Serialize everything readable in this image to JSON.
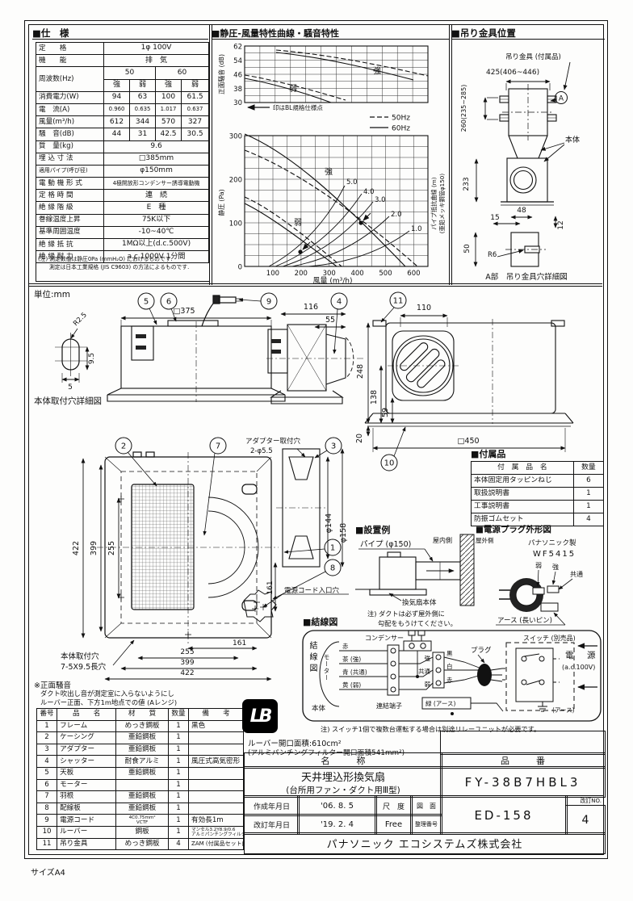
{
  "sheet": {
    "unit_note": "単位:mm",
    "size_label": "サイズA4"
  },
  "balloons": [
    "1",
    "2",
    "3",
    "4",
    "5",
    "6",
    "7",
    "8",
    "9",
    "10",
    "11"
  ],
  "spec": {
    "title": "■仕　様",
    "rated_label": "定　　格",
    "rated_value": "1φ 100V",
    "func_label": "機　　能",
    "func_value": "排　気",
    "freq_label": "周波数(Hz)",
    "freq50": "50",
    "freq60": "60",
    "s1": "強",
    "w1": "弱",
    "s2": "強",
    "w2": "弱",
    "rows": [
      {
        "label": "消費電力(W)",
        "v": [
          "94",
          "63",
          "100",
          "61.5"
        ]
      },
      {
        "label": "電　流(A)",
        "v": [
          "0.960",
          "0.635",
          "1.017",
          "0.637"
        ]
      },
      {
        "label": "風量(m³/h)",
        "v": [
          "612",
          "344",
          "570",
          "327"
        ]
      },
      {
        "label": "騒　音(dB)",
        "v": [
          "44",
          "31",
          "42.5",
          "30.5"
        ]
      }
    ],
    "singles": [
      {
        "label": "質　量(kg)",
        "value": "9.6"
      },
      {
        "label": "埋 込 寸 法",
        "value": "□385mm"
      },
      {
        "label": "適用パイプ(呼び径)",
        "value": "φ150mm"
      },
      {
        "label": "電 動 機 形 式",
        "value": "4極開放形コンデンサー誘導電動機"
      },
      {
        "label": "定 格 時 間",
        "value": "連　続"
      },
      {
        "label": "絶 縁 階 級",
        "value": "E　種"
      },
      {
        "label": "巻線温度上昇",
        "value": "75K以下"
      },
      {
        "label": "基準周囲温度",
        "value": "-10~40℃"
      },
      {
        "label": "絶 縁 抵 抗",
        "value": "1MΩ以上(d.c.500V)"
      },
      {
        "label": "絶 縁 耐 力",
        "value": "a.c.1000V 1分間"
      }
    ],
    "note1": "(注) 測定数値は静圧0Pa (mmH₂O) におけるものです.",
    "note2": "測定は日本工業規格 (JIS C9603) の方法によるものです."
  },
  "chart": {
    "title": "■静圧-風量特性曲線・騒音特性",
    "noise_ylabel": "正面騒音 (dB)",
    "noise_ticks": [
      "62",
      "54",
      "46",
      "38",
      "30"
    ],
    "strong": "強",
    "weak": "弱",
    "bl_note": "印はBL規格仕様点",
    "legend_50": "50Hz",
    "legend_60": "60Hz",
    "p_ylabel": "静圧  (Pa)",
    "p_ticks": [
      "300",
      "200",
      "100",
      "0"
    ],
    "q_ticks": [
      "100",
      "200",
      "300",
      "400",
      "500",
      "600"
    ],
    "q_label": "風量  (m³/h)",
    "pipe_labels": [
      "5.0",
      "4.0",
      "3.0",
      "2.0",
      "1.0"
    ],
    "pipe_note1": "パイプ抵抗曲線 (m)",
    "pipe_note2": "(亜鉛メッキ鋼管φ150)"
  },
  "chart_data": {
    "type": "line",
    "title": "静圧-風量特性曲線・騒音特性",
    "xlabel": "風量 (m³/h)",
    "xlim": [
      0,
      650
    ],
    "pressure_axis": {
      "label": "静圧 (Pa)",
      "lim": [
        0,
        300
      ],
      "ticks": [
        0,
        100,
        200,
        300
      ]
    },
    "noise_axis": {
      "label": "正面騒音 (dB)",
      "lim": [
        30,
        62
      ],
      "ticks": [
        30,
        38,
        46,
        54,
        62
      ]
    },
    "legend": [
      {
        "name": "50Hz",
        "style": "dashed"
      },
      {
        "name": "60Hz",
        "style": "solid"
      }
    ],
    "pq_series": [
      {
        "name": "強 60Hz",
        "points": [
          [
            0,
            300
          ],
          [
            100,
            275
          ],
          [
            200,
            235
          ],
          [
            300,
            180
          ],
          [
            400,
            125
          ],
          [
            500,
            65
          ],
          [
            570,
            0
          ]
        ]
      },
      {
        "name": "強 50Hz",
        "points": [
          [
            0,
            265
          ],
          [
            100,
            245
          ],
          [
            200,
            210
          ],
          [
            300,
            165
          ],
          [
            400,
            115
          ],
          [
            500,
            70
          ],
          [
            612,
            0
          ]
        ]
      },
      {
        "name": "弱 60Hz",
        "points": [
          [
            0,
            140
          ],
          [
            100,
            115
          ],
          [
            200,
            80
          ],
          [
            300,
            25
          ],
          [
            327,
            0
          ]
        ]
      },
      {
        "name": "弱 50Hz",
        "points": [
          [
            0,
            150
          ],
          [
            100,
            122
          ],
          [
            200,
            88
          ],
          [
            300,
            35
          ],
          [
            344,
            0
          ]
        ]
      }
    ],
    "pipe_resistance_curves_m": [
      "1.0",
      "2.0",
      "3.0",
      "4.0",
      "5.0"
    ],
    "bl_operating_points": [
      [
        425,
        100
      ],
      [
        200,
        40
      ]
    ],
    "noise_series": [
      {
        "name": "強 50Hz",
        "points": [
          [
            150,
            60
          ],
          [
            400,
            55
          ],
          [
            612,
            49
          ]
        ]
      },
      {
        "name": "強 60Hz",
        "points": [
          [
            150,
            59
          ],
          [
            400,
            53
          ],
          [
            570,
            48
          ]
        ]
      },
      {
        "name": "弱 50Hz",
        "points": [
          [
            80,
            47
          ],
          [
            220,
            41
          ],
          [
            344,
            34
          ]
        ]
      },
      {
        "name": "弱 60Hz",
        "points": [
          [
            80,
            46
          ],
          [
            200,
            40
          ],
          [
            327,
            33
          ]
        ]
      }
    ]
  },
  "bracket": {
    "title": "■吊り金具位置",
    "part_label": "吊り金具 (付属品)",
    "dim_w": "425(406~446)",
    "dim_h": "260(235~285)",
    "a_label": "A",
    "body_label": "本体",
    "dim233": "233",
    "dim48": "48",
    "dim15": "15",
    "dim12": "12",
    "dim50": "50",
    "r6": "R6",
    "caption": "A部　吊り金具穴詳細図"
  },
  "drawings": {
    "mount_hole": {
      "r": "R2.5",
      "h": "9.5",
      "w": "5",
      "caption": "本体取付穴詳細図"
    },
    "plan": {
      "dim": "□375"
    },
    "side": {
      "dim116": "116",
      "dim55": "55",
      "adapter_note1": "アダプター取付穴",
      "adapter_note2": "2-φ5.5"
    },
    "back": {
      "dim110": "110",
      "dim248": "248",
      "dim138": "138",
      "dim59": "59",
      "dim20": "20",
      "dim450": "□450"
    },
    "front": {
      "dim422": "422",
      "dim399": "399",
      "dim255": "255",
      "dim161": "161",
      "d144": "φ144",
      "d158": "φ158",
      "cord_label": "電源コード入口穴",
      "mount_label1": "本体取付穴",
      "mount_label2": "7-5X9.5長穴"
    }
  },
  "accessories": {
    "title": "■付属品",
    "col_name": "付　属　品　名",
    "col_qty": "数量",
    "rows": [
      {
        "name": "本体固定用タッピンねじ",
        "qty": "6"
      },
      {
        "name": "取扱説明書",
        "qty": "1"
      },
      {
        "name": "工事説明書",
        "qty": "1"
      },
      {
        "name": "防振ゴムセット",
        "qty": "4"
      }
    ]
  },
  "install": {
    "title": "■設置例",
    "pipe": "パイプ (φ150)",
    "indoor": "屋内側",
    "outdoor": "屋外側",
    "body": "換気扇本体",
    "note1": "注) ダクトは必ず屋外側に",
    "note2": "勾配をもうけてください。"
  },
  "plug": {
    "title": "■電源プラグ外形図",
    "maker": "パナソニック製",
    "model": "WF5415",
    "weak": "弱",
    "strong": "強",
    "common": "共通",
    "earth": "アース (長いピン)"
  },
  "wiring": {
    "title": "■結線図",
    "fig_label": "結線図",
    "motor": "モーター",
    "condenser": "コンデンサー",
    "wire_red": "赤",
    "wire_brown": "茶 (強)",
    "wire_blue": "青 (共通)",
    "wire_yellow": "黄 (弱)",
    "body": "本体",
    "terminal": "連結端子",
    "t_strong": "強",
    "t_common": "共通",
    "t_weak": "弱",
    "c_black": "黒",
    "c_white": "白",
    "c_red": "赤",
    "plug": "プラグ",
    "earth_wire": "緑 (アース)",
    "switch": "スイッチ (別売品)",
    "power": "電　源",
    "power_v": "(a.c.100V)",
    "earth2": "(アース)",
    "note": "注) スイッチ1個で複数台運転する場合は別途リレーユニットが必要です。"
  },
  "noise_note": {
    "title": "※正面騒音",
    "line1": "ダクト吹出し音が測定室に入らないようにし",
    "line2": "ルーバー正面、下方1m地点での値 (Aレンジ)"
  },
  "parts": {
    "headers": [
      "番号",
      "品　　名",
      "材　　質",
      "数量",
      "備　　考"
    ],
    "rows": [
      {
        "no": "1",
        "name": "フレーム",
        "mat": "めっき鋼板",
        "qty": "1",
        "note": "黒色"
      },
      {
        "no": "2",
        "name": "ケーシング",
        "mat": "亜鉛鋼板",
        "qty": "1",
        "note": ""
      },
      {
        "no": "3",
        "name": "アダプター",
        "mat": "亜鉛鋼板",
        "qty": "1",
        "note": ""
      },
      {
        "no": "4",
        "name": "シャッター",
        "mat": "耐食アルミ",
        "qty": "1",
        "note": "風圧式高気密形"
      },
      {
        "no": "5",
        "name": "天板",
        "mat": "亜鉛鋼板",
        "qty": "1",
        "note": ""
      },
      {
        "no": "6",
        "name": "モーター",
        "mat": "",
        "qty": "1",
        "note": ""
      },
      {
        "no": "7",
        "name": "羽根",
        "mat": "亜鉛鋼板",
        "qty": "1",
        "note": ""
      },
      {
        "no": "8",
        "name": "配線板",
        "mat": "亜鉛鋼板",
        "qty": "1",
        "note": ""
      },
      {
        "no": "9",
        "name": "電源コード",
        "mat": "",
        "mat1": "4C0.75mm²",
        "mat2": "VCTF",
        "qty": "1",
        "note": "有効長1m"
      },
      {
        "no": "10",
        "name": "ルーバー",
        "mat": "鋼板",
        "qty": "1",
        "note": "",
        "note1": "マンセル3.2Y8.9/0.6",
        "note2": "アルミパンチングフィルター付"
      },
      {
        "no": "11",
        "name": "吊り金具",
        "mat": "めっき鋼板",
        "qty": "4",
        "note": "ZAM (付属品セット内)"
      }
    ]
  },
  "titleblock": {
    "logo": "LB",
    "louver_area1": "ルーバー開口面積:610cm²",
    "louver_area2": "(アルミパンチングフィルター開口面積541mm²)",
    "name_header": "名　　　称",
    "model_header": "品　　　番",
    "name1": "天井埋込形換気扇",
    "name2": "(台所用ファン・ダクト用Ⅲ型)",
    "model": "FY-38B7HBL3",
    "created_label": "作成年月日",
    "created": "'06.  8.  5",
    "revised_label": "改訂年月日",
    "revised": "'19.  2.  4",
    "scale_label": "尺　度",
    "scale": "Free",
    "drawing_label": "図　面",
    "reg_label": "整理番号",
    "drawing_no": "ED-158",
    "rev_label": "改訂NO.",
    "rev_no": "4",
    "company": "パナソニック エコシステムズ株式会社"
  }
}
